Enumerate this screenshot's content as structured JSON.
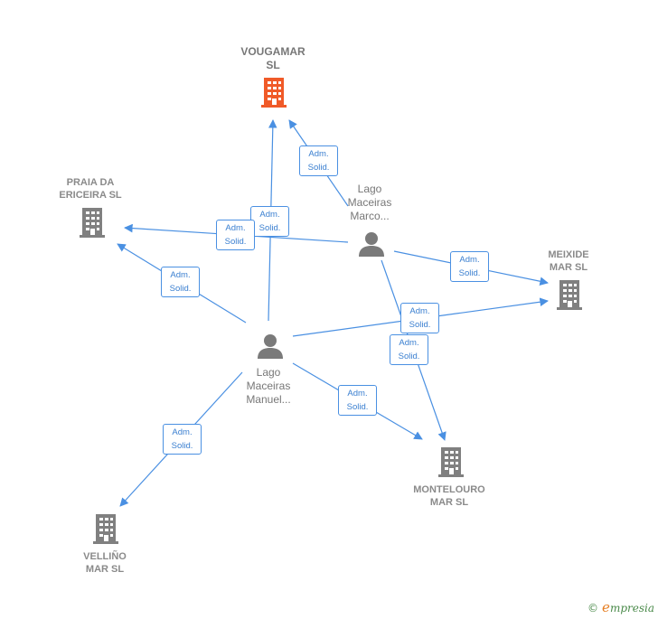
{
  "companies": {
    "vougamar": "VOUGAMAR\nSL",
    "praia": "PRAIA DA\nERICEIRA  SL",
    "meixide": "MEIXIDE\nMAR  SL",
    "montelouro": "MONTELOURO\nMAR  SL",
    "vellino": "VELLIÑO\nMAR  SL"
  },
  "persons": {
    "marco": "Lago\nMaceiras\nMarco...",
    "manuel": "Lago\nMaceiras\nManuel..."
  },
  "edge_label": "Adm.\nSolid.",
  "footer": {
    "symbol": "©",
    "brand_initial": "e",
    "brand_rest": "mpresia"
  },
  "colors": {
    "edge": "#4a90e2",
    "building": "#808080",
    "building_main": "#f05a28",
    "person": "#7a7a7a"
  }
}
